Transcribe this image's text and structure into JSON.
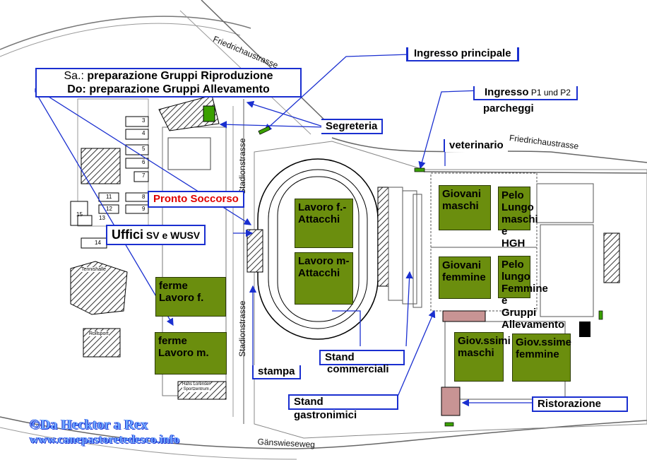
{
  "streets": {
    "friedrichaustrasse_1": "Friedrichaustrasse",
    "friedrichaustrasse_2": "Friedrichaustrasse",
    "stadionstrasse_1": "Stadionstrasse",
    "stadionstrasse_2": "Stadionstrasse",
    "ganswieseweg": "Gänswieseweg"
  },
  "info_box": {
    "line1_prefix": "Sa.: ",
    "line1_text": "preparazione Gruppi Riproduzione",
    "line2_text": "Do: preparazione Gruppi Allevamento"
  },
  "callouts": {
    "ingresso_principale": "Ingresso principale",
    "ingresso_p_main": "Ingresso",
    "ingresso_p_small": " P1 und P2",
    "parcheggi": "parcheggi",
    "segreteria": "Segreteria",
    "veterinario": "veterinario",
    "pronto_soccorso": "Pronto Soccorso",
    "uffici_main": "Uffici",
    "uffici_small": " SV e WUSV",
    "stampa": "stampa",
    "stand_commerciali_1": "Stand",
    "stand_commerciali_2": "commerciali",
    "stand_gastronimici_1": "Stand",
    "stand_gastronimici_2": "gastronimici",
    "ristorazione": "Ristorazione"
  },
  "zones": {
    "lavoro_f_attacchi": "Lavoro f.-\nAttacchi",
    "lavoro_m_attacchi": "Lavoro m-\nAttacchi",
    "giovani_maschi": "Giovani\nmaschi",
    "pelo_lungo_maschi": "Pelo Lungo\nmaschi e HGH",
    "giovani_femmine": "Giovani\nfemmine",
    "pelo_lungo_femmine": "Pelo lungo\nFemmine e Gruppi\nAllevamento",
    "ferme_lavoro_f": "ferme\nLavoro f.",
    "ferme_lavoro_m": "ferme\nLavoro m.",
    "giovssimi_maschi": "Giov.ssimi\nmaschi",
    "giovssime_femmine": "Giov.ssime\nfemmine"
  },
  "buildings": {
    "tennishalle": "Tennishalle",
    "rollsport": "Rollsport",
    "sportzentrum": "Hans Lorenser\nSportzentrum",
    "numbers": [
      "3",
      "4",
      "5",
      "6",
      "7",
      "8",
      "9",
      "11",
      "12",
      "13",
      "14",
      "15"
    ]
  },
  "credit": {
    "line1": "©Da Hecktor a Rex",
    "line2": "www.canepastoretedesco.info"
  },
  "colors": {
    "zone_green": "#6b8e0e",
    "callout_blue": "#1a2fd0",
    "pronto_red": "#e00000",
    "stand_pink": "#c89494"
  }
}
